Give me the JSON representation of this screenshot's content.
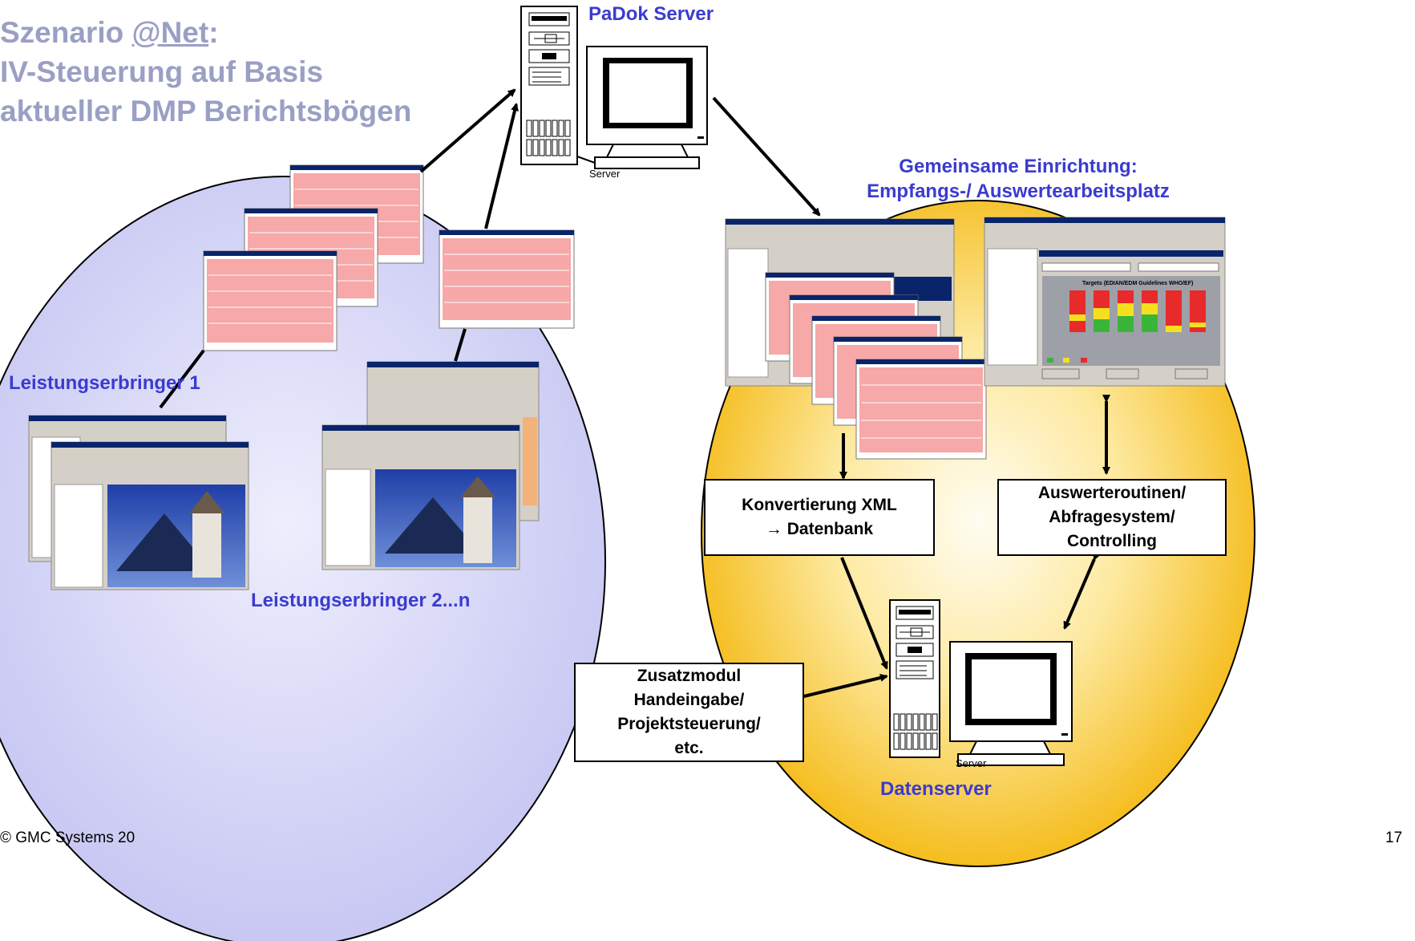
{
  "title": {
    "line1_prefix": "Szenario ",
    "line1_link": "@Net",
    "line1_suffix": ":",
    "line2": "IV-Steuerung auf Basis",
    "line3": "aktueller DMP Berichtsbögen"
  },
  "labels": {
    "padok_server": "PaDok Server",
    "server_caption_top": "Server",
    "gemeinsame_line1": "Gemeinsame Einrichtung:",
    "gemeinsame_line2": "Empfangs-/ Auswertearbeitsplatz",
    "leistungserbringer1": "Leistungserbringer 1",
    "leistungserbringer2n": "Leistungserbringer 2...n",
    "datenserver": "Datenserver",
    "server_caption_bottom": "Server",
    "chart_title": "Targets (EDIAN/EDM Guidelines WHO/EF)"
  },
  "boxes": {
    "konvertierung_line1": "Konvertierung XML",
    "konvertierung_line2": "→ Datenbank",
    "auswerte_line1": "Auswerteroutinen/",
    "auswerte_line2": "Abfragesystem/",
    "auswerte_line3": "Controlling",
    "zusatz_line1": "Zusatzmodul",
    "zusatz_line2": "Handeingabe/",
    "zusatz_line3": "Projektsteuerung/",
    "zusatz_line4": "etc."
  },
  "footer": {
    "copyright": "© GMC Systems 20",
    "page_number": "17"
  },
  "colors": {
    "title": "#9a9fc4",
    "label_blue": "#3b3bd0",
    "left_circle": "#c9c9f5",
    "right_circle_center": "#fffbe6",
    "right_circle_edge": "#f5b800",
    "form_red": "#f7a8a8",
    "window_gray": "#d4d0c8",
    "titlebar": "#0a246a"
  }
}
